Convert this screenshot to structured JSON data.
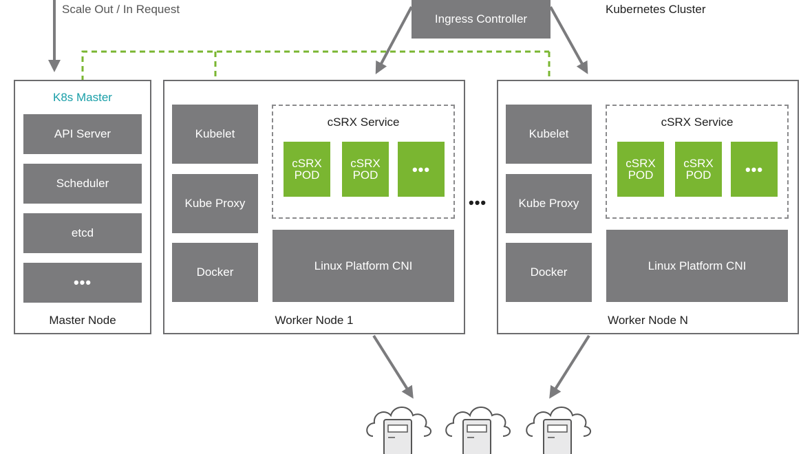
{
  "top": {
    "scale_request_label": "Scale Out / In Request",
    "ingress_label": "Ingress Controller",
    "cluster_label": "Kubernetes Cluster"
  },
  "master": {
    "header": "K8s Master",
    "header_color": "#1a9fa8",
    "components": [
      "API Server",
      "Scheduler",
      "etcd",
      "•••"
    ],
    "footer": "Master Node"
  },
  "workers": [
    {
      "title": "Worker Node 1",
      "agents": [
        "Kubelet",
        "Kube Proxy",
        "Docker"
      ],
      "service_label": "cSRX Service",
      "pods": [
        [
          "cSRX",
          "POD"
        ],
        [
          "cSRX",
          "POD"
        ]
      ],
      "more": "•••",
      "cni_label": "Linux Platform CNI"
    },
    {
      "title": "Worker Node N",
      "agents": [
        "Kubelet",
        "Kube Proxy",
        "Docker"
      ],
      "service_label": "cSRX Service",
      "pods": [
        [
          "cSRX",
          "POD"
        ],
        [
          "cSRX",
          "POD"
        ]
      ],
      "more": "•••",
      "cni_label": "Linux Platform CNI"
    }
  ],
  "between_nodes": "•••",
  "colors": {
    "component_gray": "#7b7b7d",
    "pod_green": "#7ab631",
    "control_arrow": "#7ab631",
    "traffic_arrow": "#7b7b7d"
  },
  "icons": [
    "cloud-server-icon",
    "cloud-server-icon",
    "cloud-server-icon"
  ]
}
